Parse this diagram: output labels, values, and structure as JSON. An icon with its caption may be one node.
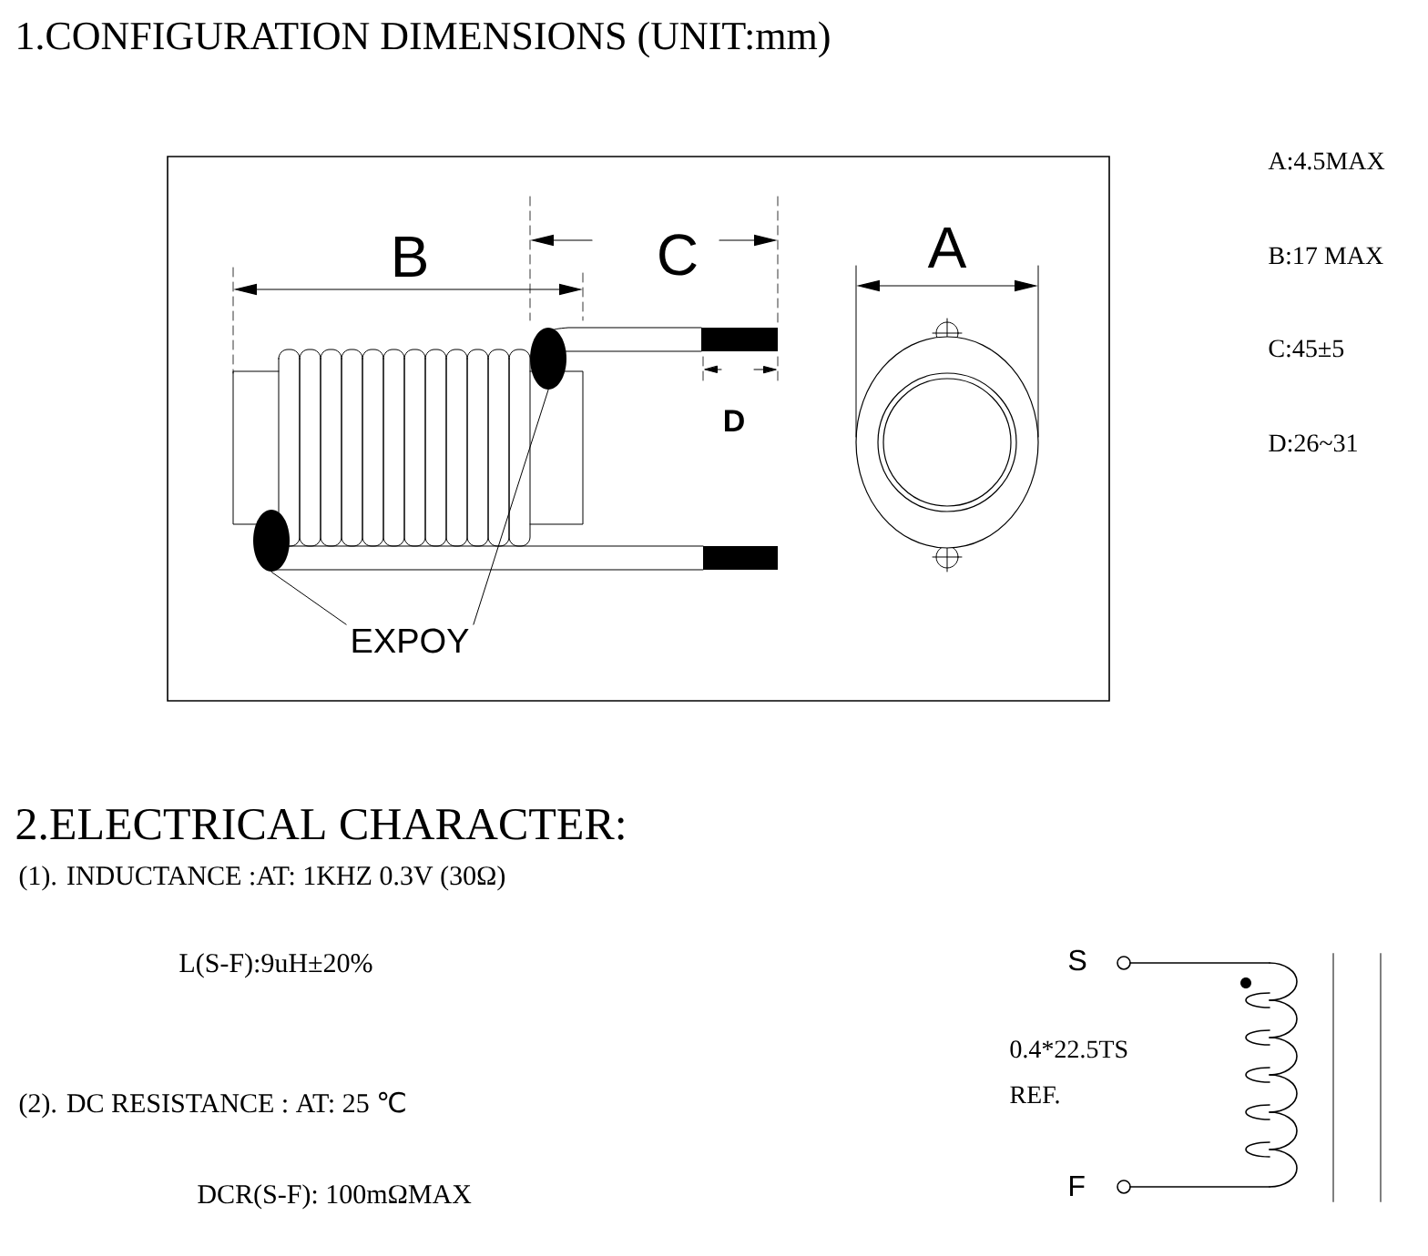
{
  "diagram": {
    "nodes": [
      {
        "text": [
          "EXPOY"
        ]
      },
      {
        "text": [],
        "shape": "circle"
      },
      {
        "text": [],
        "shape": "circle"
      }
    ],
    "edges": [
      {
        "from": 0,
        "to": 1,
        "arrow": "none"
      },
      {
        "from": 0,
        "to": 2,
        "arrow": "none"
      }
    ],
    "labels": [
      "1.CONFIGURATION DIMENSIONS (UNIT:mm)",
      "A:4.5MAX",
      "C",
      "B",
      "A",
      "B:17 MAX",
      "C:45±5",
      "D",
      "D:26~31",
      "2.ELECTRICAL CHARACTER:",
      "(1). INDUCTANCE :AT: 1KHZ 0.3V (30Ω)",
      "L(S-F):9uH±20%",
      "S",
      "0.4*22.5TS",
      "REF.",
      "(2). DC RESISTANCE : AT: 25 ℃",
      "F",
      "DCR(S-F): 100mΩMAX"
    ]
  }
}
